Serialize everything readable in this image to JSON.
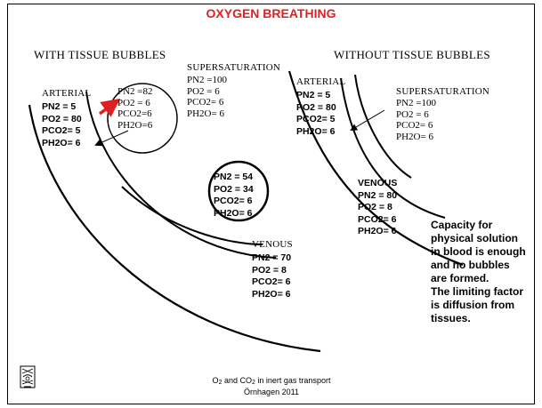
{
  "title": "OXYGEN BREATHING",
  "left_heading": "WITH TISSUE BUBBLES",
  "right_heading": "WITHOUT TISSUE BUBBLES",
  "supersaturation_label": "SUPERSATURATION",
  "arterial_label": "ARTERIAL",
  "venous_label": "VENOUS",
  "left_arterial": [
    "PN2 =  5",
    "PO2 = 80",
    "PCO2= 5",
    "PH2O= 6"
  ],
  "bubble": [
    "PN2 =82",
    "PO2 = 6",
    "PCO2=6",
    "PH2O=6"
  ],
  "left_super": [
    "PN2 =100",
    "PO2 =   6",
    "PCO2=  6",
    "PH2O=  6"
  ],
  "middle_circle": [
    "PN2 = 54",
    "PO2 = 34",
    "PCO2= 6",
    "PH2O= 6"
  ],
  "left_venous": [
    "PN2 = 70",
    "PO2 =  8",
    "PCO2= 6",
    "PH2O= 6"
  ],
  "right_arterial": [
    "PN2 =  5",
    "PO2 = 80",
    "PCO2= 5",
    "PH2O= 6"
  ],
  "right_super": [
    "PN2 =100",
    "PO2 =   6",
    "PCO2=  6",
    "PH2O=  6"
  ],
  "right_venous": [
    "PN2 = 80",
    "PO2 =  8",
    "PCO2= 6",
    "PH2O= 6"
  ],
  "capacity_text": [
    "Capacity for",
    "physical solution",
    "in blood is enough",
    "and no bubbles",
    "are formed.",
    "The limiting factor",
    "is diffusion from",
    "tissues."
  ],
  "footer_line1_parts": [
    "O",
    "2",
    " and CO",
    "2",
    " in inert gas transport"
  ],
  "footer_line2": "Örnhagen 2011",
  "colors": {
    "title": "#e02020",
    "arrow_red": "#e02020",
    "ink": "#000000"
  },
  "icons": [
    "logo-icon",
    "red-arrow",
    "black-arrow"
  ]
}
